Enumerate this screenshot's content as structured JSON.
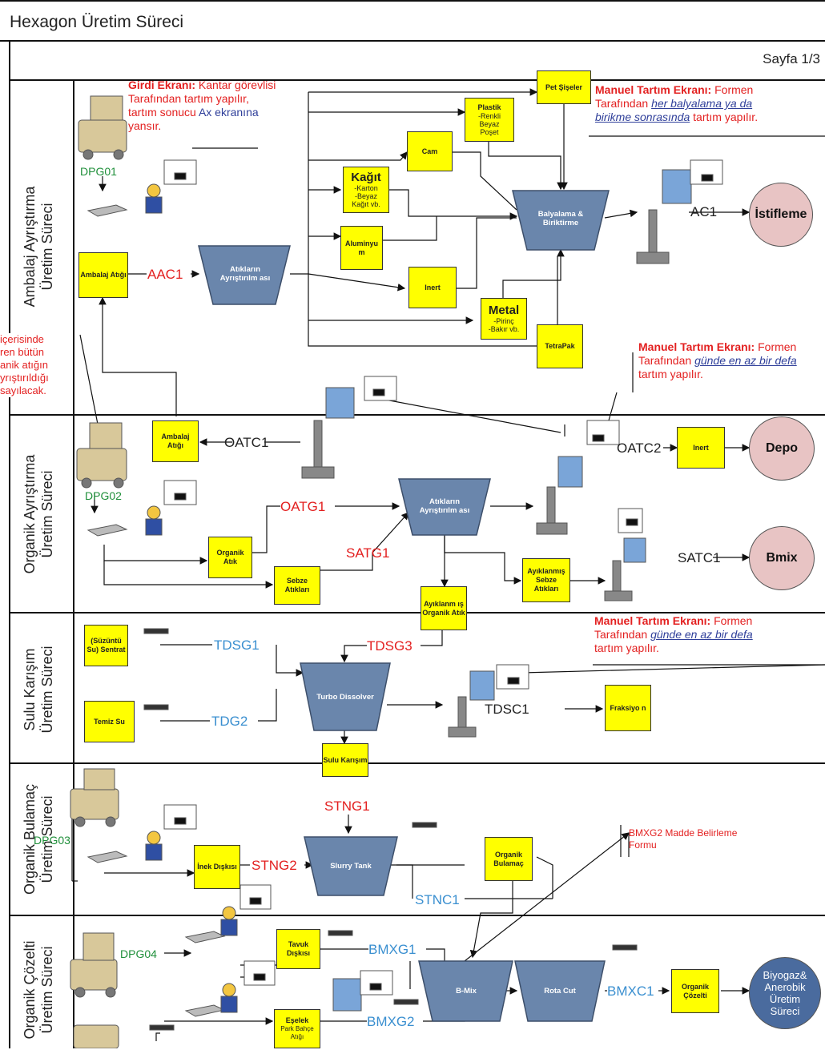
{
  "header": {
    "title": "Hexagon Üretim Süreci",
    "page": "Sayfa 1/3"
  },
  "lanes": [
    {
      "line1": "Ambalaj Ayrıştırma",
      "line2": "Üretim Süreci"
    },
    {
      "line1": "Organik Ayrıştırma",
      "line2": "Üretim Süreci"
    },
    {
      "line1": "Sulu Karışım",
      "line2": "Üretim Süreci"
    },
    {
      "line1": "Organik Bulamaç",
      "line2": "Üretim Süreci"
    },
    {
      "line1": "Organik Çözelti",
      "line2": "Üretim Süreci"
    }
  ],
  "boxes": {
    "ambalaj1": "Ambalaj Atığı",
    "pet": "Pet Şişeler",
    "plastik": {
      "title": "Plastik",
      "items": [
        "-Renkli",
        "Beyaz",
        "Poşet"
      ]
    },
    "cam": "Cam",
    "kagit": {
      "title": "Kağıt",
      "items": [
        "-Karton",
        "-Beyaz",
        "Kağıt vb."
      ]
    },
    "aluminyum": "Aluminyu m",
    "inert1": "Inert",
    "metal": {
      "title": "Metal",
      "items": [
        "-Pirinç",
        "-Bakır vb."
      ]
    },
    "tetrapak": "TetraPak",
    "ambalaj2": "Ambalaj Atığı",
    "inert2": "Inert",
    "organik_atik": "Organik Atık",
    "sebze": "Sebze Atıkları",
    "ayiklanmis_sebze": "Ayıklanmış Sebze Atıkları",
    "ayiklanmis_org": "Ayıklanm ış Organik Atık",
    "suzuntu": "(Süzüntü Su) Sentrat",
    "temiz_su": "Temiz Su",
    "fraksiyon": "Fraksiyo n",
    "sulu": "Sulu Karışım",
    "inek": "İnek Dışkısı",
    "organik_bulamac": "Organik Bulamaç",
    "tavuk": "Tavuk Dışkısı",
    "eselek": {
      "title": "Eşelek",
      "sub": "Park Bahçe Atığı"
    },
    "organik_cozelti": "Organik Çözelti"
  },
  "processes": {
    "ayristirma1": "Atıkların Ayrıştırılm ası",
    "balyalama": "Balyalama & Biriktirme",
    "ayristirma2": "Atıkların Ayrıştırılm ası",
    "turbo": "Turbo Dissolver",
    "slurry": "Slurry Tank",
    "bmix": "B-Mix",
    "rotacut": "Rota Cut"
  },
  "endpoints": {
    "istifleme": "İstifleme",
    "depo": "Depo",
    "bmix": "Bmix",
    "biyogaz": "Biyogaz& Anerobik Üretim Süreci"
  },
  "codes": {
    "dpg01": "DPG01",
    "aac1": "AAC1",
    "ac1": "AC1",
    "oatc1": "OATC1",
    "oatc2": "OATC2",
    "dpg02": "DPG02",
    "oatg1": "OATG1",
    "satg1": "SATG1",
    "satc1": "SATC1",
    "tdsg1": "TDSG1",
    "tdsg3": "TDSG3",
    "tdg2": "TDG2",
    "tdsc1": "TDSC1",
    "dpg03": "DPG03",
    "stng1": "STNG1",
    "stng2": "STNG2",
    "stnc1": "STNC1",
    "dpg04": "DPG04",
    "bmxg1": "BMXG1",
    "bmxg2": "BMXG2",
    "bmxc1": "BMXC1"
  },
  "notes": {
    "girdi": {
      "bold": "Girdi Ekranı:",
      "rest1": " Kantar görevlisi",
      "line2": "Tarafından tartım yapılır,",
      "line3a": "tartım sonucu ",
      "line3b": "Ax ekranına",
      "line4": "yansır."
    },
    "manuel1": {
      "bold": "Manuel Tartım Ekranı:",
      "rest1": " Formen",
      "line2a": "Tarafından ",
      "line2b": "her balyalama ya da",
      "line3a": "birikme sonrasında",
      "line3b": " tartım yapılır."
    },
    "manuel2": {
      "bold": "Manuel Tartım Ekranı:",
      "rest1": " Formen",
      "line2a": "Tarafından ",
      "line2b": "günde en az bir defa",
      "line3": "tartım yapılır."
    },
    "manuel3": {
      "bold": "Manuel Tartım Ekranı:",
      "rest1": " Formen",
      "line2a": "Tarafından ",
      "line2b": "günde en az bir defa",
      "line3": "tartım yapılır."
    },
    "bmxg2": {
      "line1": "BMXG2 Madde Belirleme",
      "line2": "Formu"
    },
    "side": [
      "içerisinde",
      "ren bütün",
      "anik atığın",
      "yrıştırıldığı",
      "sayılacak."
    ]
  },
  "colors": {
    "yellow": "#ffff00",
    "process": "#6a86ac",
    "pink": "#e8c4c4",
    "blue_circle": "#4a6b9e",
    "red": "#e32020",
    "green": "#1f8f3a",
    "blue": "#3a8fd0"
  }
}
